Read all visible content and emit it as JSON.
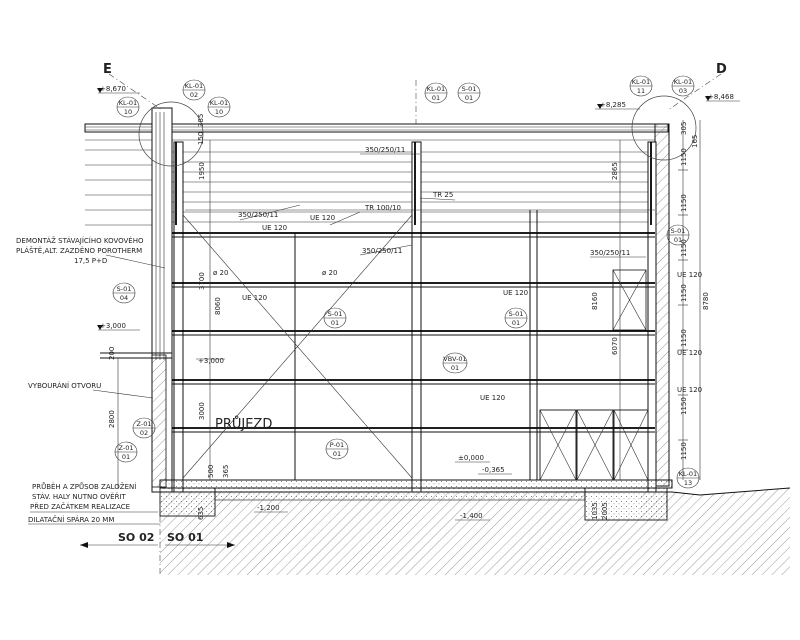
{
  "axes": {
    "left": "E",
    "right": "D"
  },
  "levels": {
    "left_top": "+8,670",
    "left_mid_top": "+8,285",
    "right_top": "+8,468",
    "slab": "+3,000",
    "slab_inner": "+3,000",
    "floor": "±0,000",
    "floor_step": "-0,365",
    "found_left": "-1,200",
    "found_bottom": "-1,400"
  },
  "tags": [
    {
      "code": "KL-01",
      "num": "02"
    },
    {
      "code": "KL-01",
      "num": "10"
    },
    {
      "code": "KL-01",
      "num": "10"
    },
    {
      "code": "KL-01",
      "num": "01"
    },
    {
      "code": "S-01",
      "num": "01"
    },
    {
      "code": "KL-01",
      "num": "11"
    },
    {
      "code": "KL-01",
      "num": "03"
    },
    {
      "code": "S-01",
      "num": "04"
    },
    {
      "code": "S-01",
      "num": "01"
    },
    {
      "code": "S-01",
      "num": "01"
    },
    {
      "code": "S-01",
      "num": "01"
    },
    {
      "code": "VBV-01",
      "num": "01"
    },
    {
      "code": "P-01",
      "num": "01"
    },
    {
      "code": "Z-01",
      "num": "02"
    },
    {
      "code": "Z-01",
      "num": "01"
    },
    {
      "code": "KL-01",
      "num": "13"
    }
  ],
  "members": {
    "beam_top": "350/250/11",
    "beam_left": "350/250/11",
    "beam_mid": "350/250/11",
    "beam_right": "350/250/11",
    "truss": "TR 100/10",
    "tr25": "TR 25",
    "ue_a": "UE 120",
    "ue_b": "UE 120",
    "ue_c": "UE 120",
    "ue_d": "UE 120",
    "ue_e": "UE 120",
    "ue_f": "UE 120",
    "ue_g": "UE 120",
    "ue_h": "UE 120",
    "phi_a": "ø 20",
    "phi_b": "ø 20"
  },
  "notes": {
    "demolition_1": "DEMONTÁŽ STÁVAJÍCÍHO KOVOVÉHO",
    "demolition_2": "PLÁŠTĚ,ALT. ZAZDĚNO POROTHERM",
    "demolition_3": "17,5 P+D",
    "opening": "VYBOURÁNÍ OTVORU",
    "foundation_1": "PRŮBĚH A ZPŮSOB ZALOŽENÍ",
    "foundation_2": "STÁV. HALY NUTNO OVĚŘIT",
    "foundation_3": "PŘED ZAČÁTKEM REALIZACE",
    "joint": "DILATAČNÍ SPÁRA 20 MM",
    "passage": "PRŮJEZD"
  },
  "sections": {
    "left": "SO 02",
    "right": "SO 01"
  },
  "dims": {
    "d1950": "1950",
    "d3700": "3700",
    "d8060": "8060",
    "d3000": "3000",
    "d2800": "2800",
    "d200": "200",
    "d2865": "2865",
    "d8160": "8160",
    "d6070": "6070",
    "d1150a": "1150",
    "d1150b": "1150",
    "d1150c": "1150",
    "d1150d": "1150",
    "d1150e": "1150",
    "d1150f": "1150",
    "d1150g": "1150",
    "d8780": "8780",
    "d165": "165",
    "d305": "305",
    "d385": "385",
    "d150": "150",
    "d1035": "1035",
    "d2005": "2005",
    "d365": "365",
    "d500": "500",
    "d635": "635"
  }
}
